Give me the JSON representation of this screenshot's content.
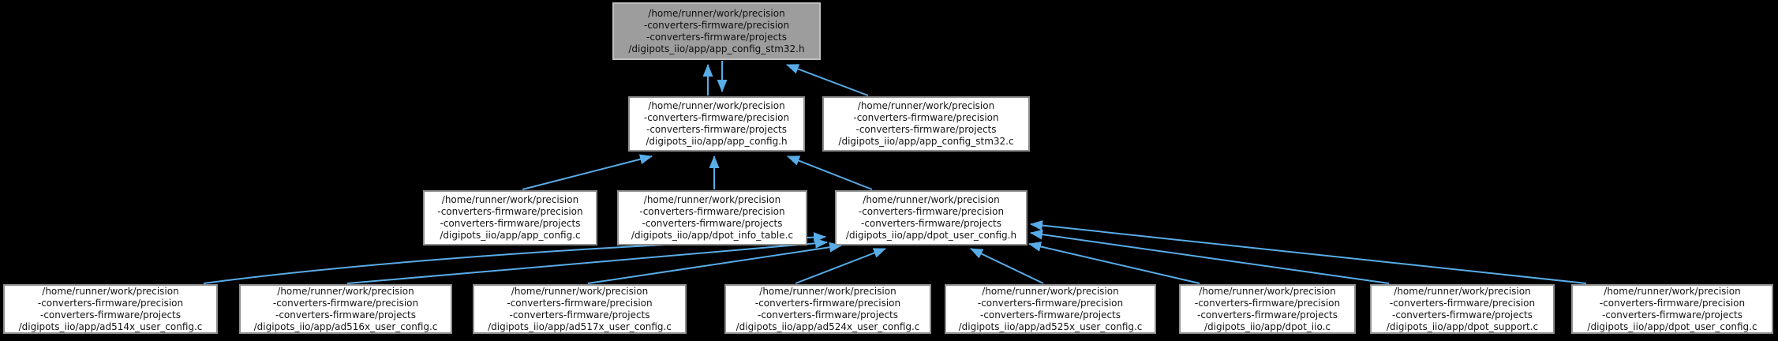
{
  "graph": {
    "type": "include-dependency-graph",
    "background_color": "#000000",
    "edge_color": "#58ace8",
    "node_fill": "#ffffff",
    "node_border": "#8f8f8f",
    "highlighted_node_fill": "#9d9d9d",
    "nodes": [
      {
        "id": "app_config_stm32_h",
        "highlighted": true,
        "line1": "/home/runner/work/precision",
        "line2": "-converters-firmware/precision",
        "line3": "-converters-firmware/projects",
        "line4": "/digipots_iio/app/app_config_stm32.h"
      },
      {
        "id": "app_config_h",
        "highlighted": false,
        "line1": "/home/runner/work/precision",
        "line2": "-converters-firmware/precision",
        "line3": "-converters-firmware/projects",
        "line4": "/digipots_iio/app/app_config.h"
      },
      {
        "id": "app_config_stm32_c",
        "highlighted": false,
        "line1": "/home/runner/work/precision",
        "line2": "-converters-firmware/precision",
        "line3": "-converters-firmware/projects",
        "line4": "/digipots_iio/app/app_config_stm32.c"
      },
      {
        "id": "app_config_c",
        "highlighted": false,
        "line1": "/home/runner/work/precision",
        "line2": "-converters-firmware/precision",
        "line3": "-converters-firmware/projects",
        "line4": "/digipots_iio/app/app_config.c"
      },
      {
        "id": "dpot_info_table_c",
        "highlighted": false,
        "line1": "/home/runner/work/precision",
        "line2": "-converters-firmware/precision",
        "line3": "-converters-firmware/projects",
        "line4": "/digipots_iio/app/dpot_info_table.c"
      },
      {
        "id": "dpot_user_config_h",
        "highlighted": false,
        "line1": "/home/runner/work/precision",
        "line2": "-converters-firmware/precision",
        "line3": "-converters-firmware/projects",
        "line4": "/digipots_iio/app/dpot_user_config.h"
      },
      {
        "id": "ad514x_user_config_c",
        "highlighted": false,
        "line1": "/home/runner/work/precision",
        "line2": "-converters-firmware/precision",
        "line3": "-converters-firmware/projects",
        "line4": "/digipots_iio/app/ad514x_user_config.c"
      },
      {
        "id": "ad516x_user_config_c",
        "highlighted": false,
        "line1": "/home/runner/work/precision",
        "line2": "-converters-firmware/precision",
        "line3": "-converters-firmware/projects",
        "line4": "/digipots_iio/app/ad516x_user_config.c"
      },
      {
        "id": "ad517x_user_config_c",
        "highlighted": false,
        "line1": "/home/runner/work/precision",
        "line2": "-converters-firmware/precision",
        "line3": "-converters-firmware/projects",
        "line4": "/digipots_iio/app/ad517x_user_config.c"
      },
      {
        "id": "ad524x_user_config_c",
        "highlighted": false,
        "line1": "/home/runner/work/precision",
        "line2": "-converters-firmware/precision",
        "line3": "-converters-firmware/projects",
        "line4": "/digipots_iio/app/ad524x_user_config.c"
      },
      {
        "id": "ad525x_user_config_c",
        "highlighted": false,
        "line1": "/home/runner/work/precision",
        "line2": "-converters-firmware/precision",
        "line3": "-converters-firmware/projects",
        "line4": "/digipots_iio/app/ad525x_user_config.c"
      },
      {
        "id": "dpot_iio_c",
        "highlighted": false,
        "line1": "/home/runner/work/precision",
        "line2": "-converters-firmware/precision",
        "line3": "-converters-firmware/projects",
        "line4": "/digipots_iio/app/dpot_iio.c"
      },
      {
        "id": "dpot_support_c",
        "highlighted": false,
        "line1": "/home/runner/work/precision",
        "line2": "-converters-firmware/precision",
        "line3": "-converters-firmware/projects",
        "line4": "/digipots_iio/app/dpot_support.c"
      },
      {
        "id": "dpot_user_config_c",
        "highlighted": false,
        "line1": "/home/runner/work/precision",
        "line2": "-converters-firmware/precision",
        "line3": "-converters-firmware/projects",
        "line4": "/digipots_iio/app/dpot_user_config.c"
      }
    ],
    "edges": [
      {
        "from": "app_config_h",
        "to": "app_config_stm32_h"
      },
      {
        "from": "app_config_stm32_h",
        "to": "app_config_h"
      },
      {
        "from": "app_config_stm32_c",
        "to": "app_config_stm32_h"
      },
      {
        "from": "app_config_c",
        "to": "app_config_h"
      },
      {
        "from": "dpot_info_table_c",
        "to": "app_config_h"
      },
      {
        "from": "dpot_user_config_h",
        "to": "app_config_h"
      },
      {
        "from": "ad514x_user_config_c",
        "to": "dpot_user_config_h"
      },
      {
        "from": "ad516x_user_config_c",
        "to": "dpot_user_config_h"
      },
      {
        "from": "ad517x_user_config_c",
        "to": "dpot_user_config_h"
      },
      {
        "from": "ad524x_user_config_c",
        "to": "dpot_user_config_h"
      },
      {
        "from": "ad525x_user_config_c",
        "to": "dpot_user_config_h"
      },
      {
        "from": "dpot_iio_c",
        "to": "dpot_user_config_h"
      },
      {
        "from": "dpot_support_c",
        "to": "dpot_user_config_h"
      },
      {
        "from": "dpot_user_config_c",
        "to": "dpot_user_config_h"
      }
    ]
  }
}
